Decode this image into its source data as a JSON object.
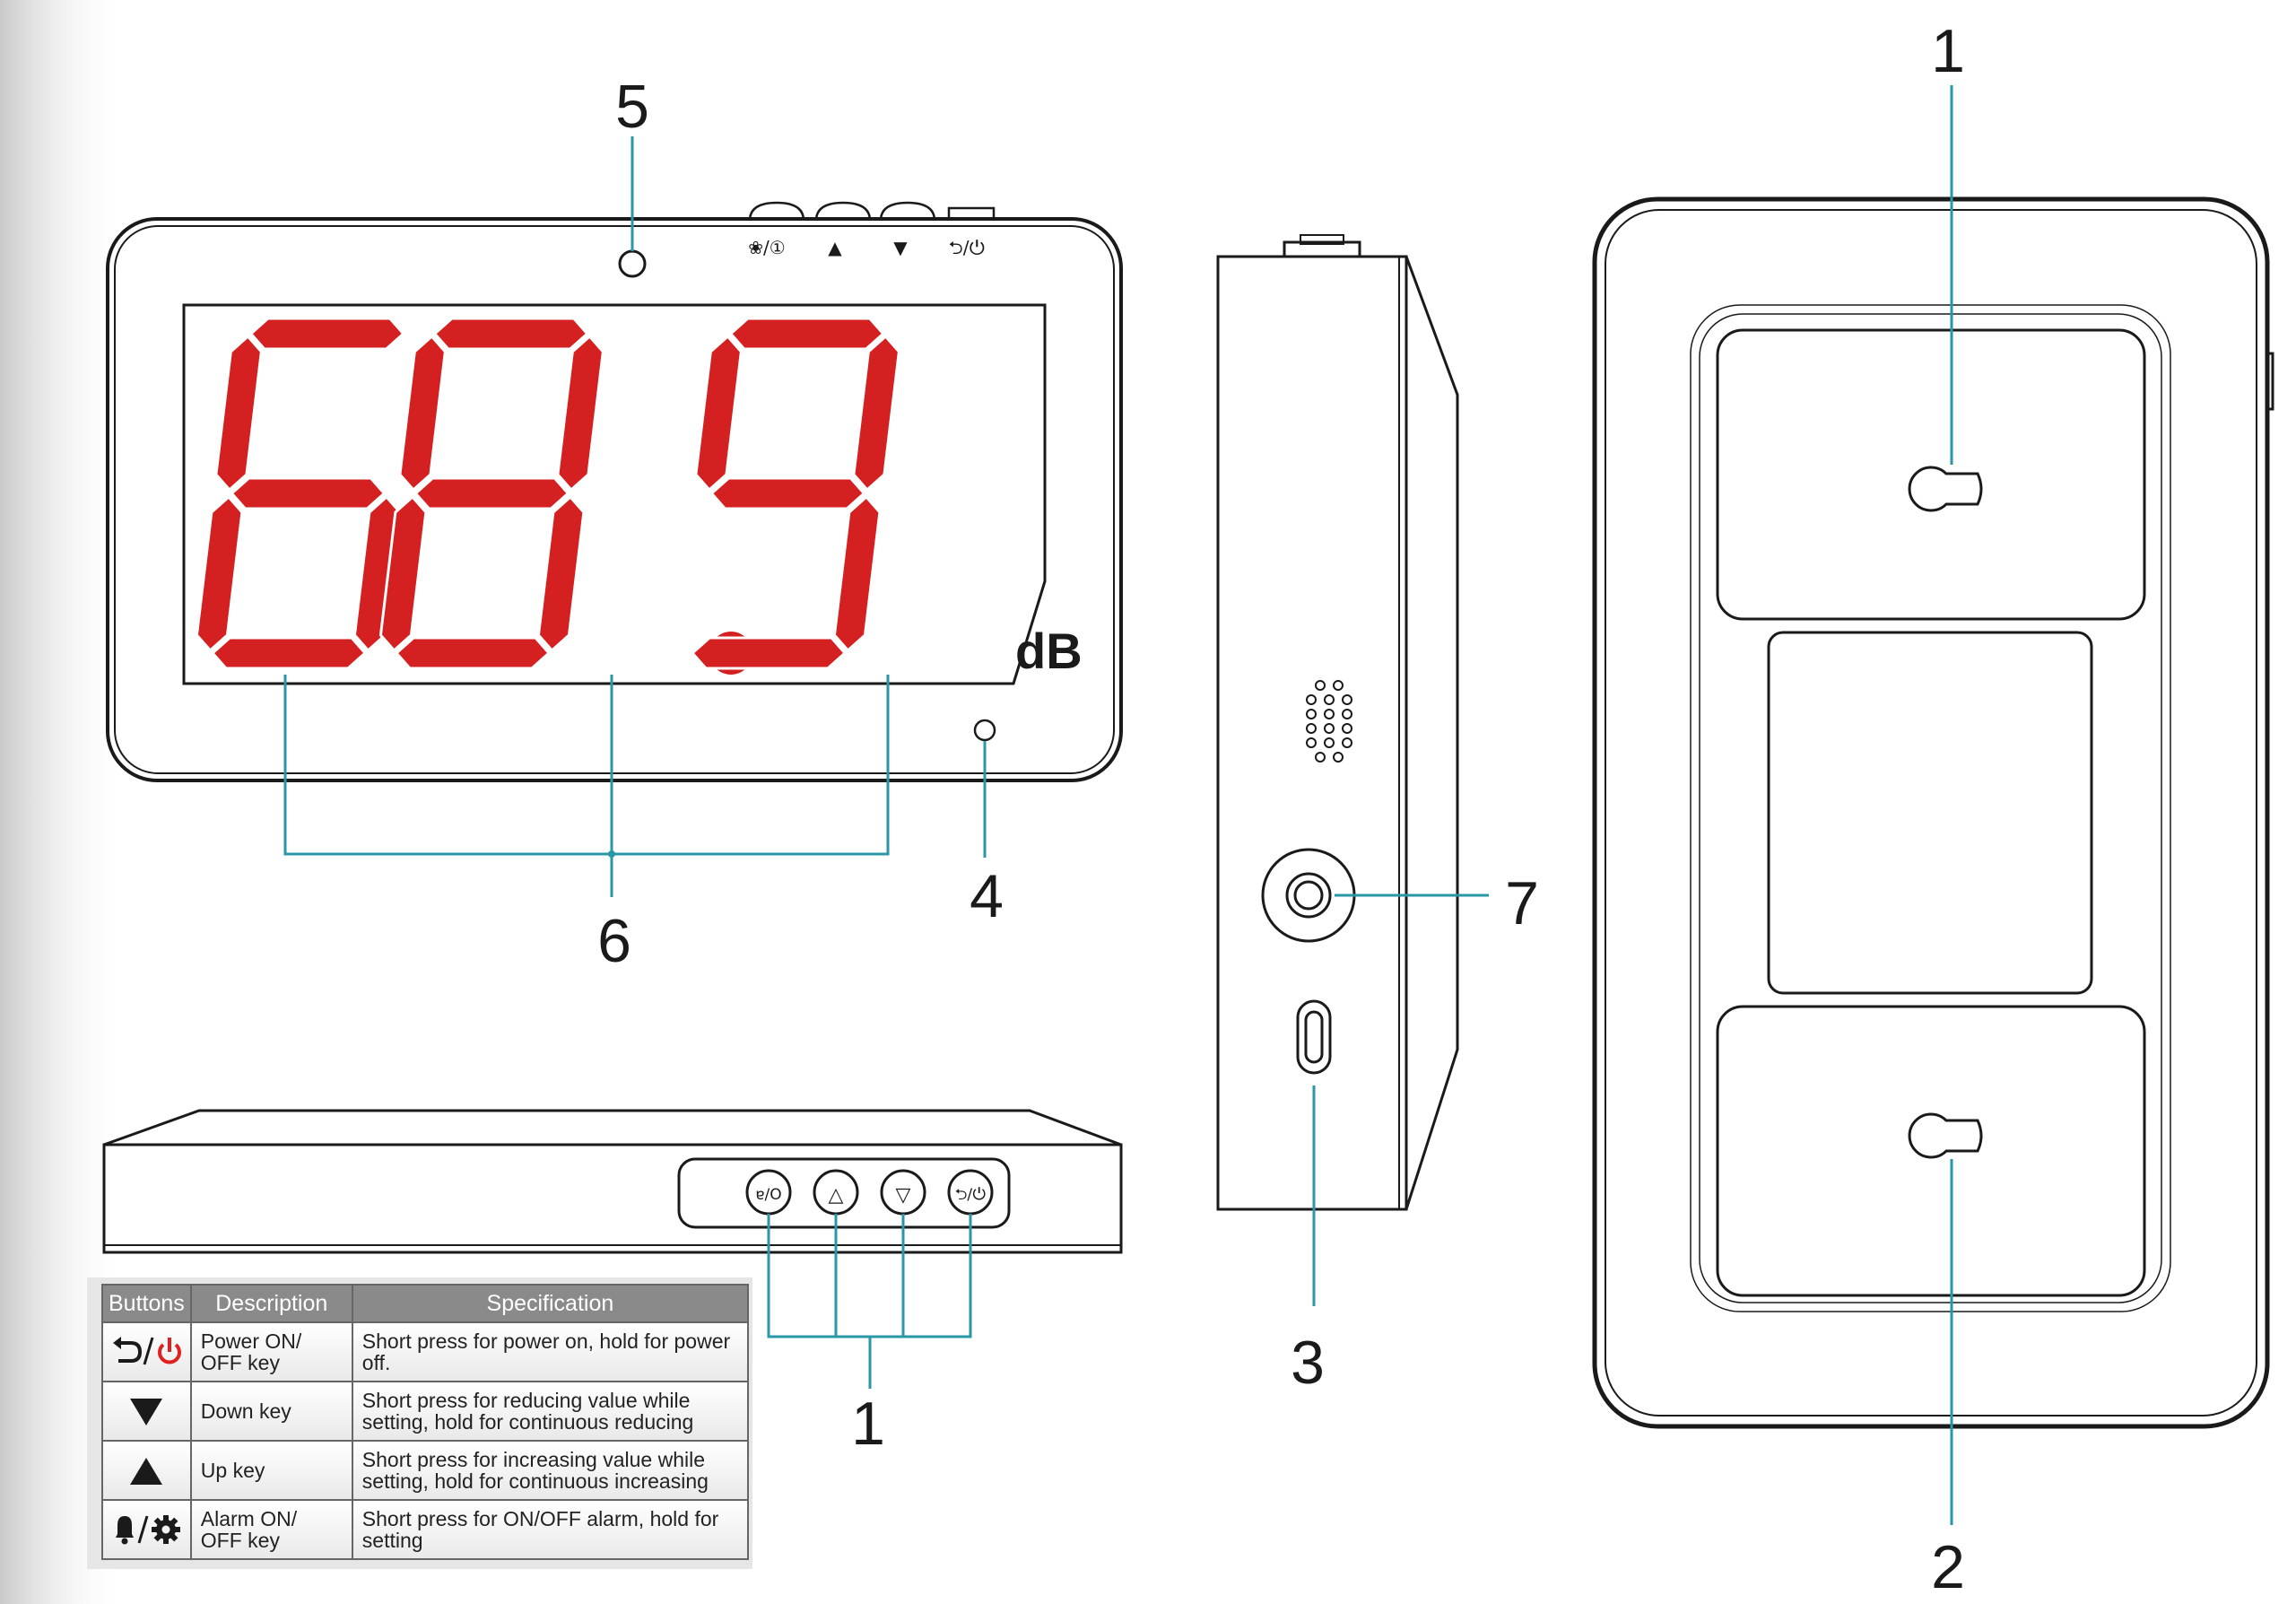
{
  "display": {
    "reading": "68.9",
    "unit": "dB",
    "segment_color": "#d42020"
  },
  "front_buttons": [
    "❀/①",
    "▲",
    "▼",
    "⮌/⏻"
  ],
  "side_buttons": [
    "ɐ/O",
    "△",
    "▽",
    "⮌/⏻"
  ],
  "callouts": [
    "1",
    "2",
    "3",
    "4",
    "5",
    "6",
    "7",
    "1"
  ],
  "table": {
    "headers": [
      "Buttons",
      "Description",
      "Specification"
    ],
    "rows": [
      {
        "icon": "power-icon",
        "description": "Power ON/ OFF key",
        "specification": "Short press for power on, hold for power off."
      },
      {
        "icon": "down-icon",
        "description": "Down key",
        "specification": "Short press for reducing value while setting, hold for continuous reducing"
      },
      {
        "icon": "up-icon",
        "description": "Up key",
        "specification": "Short press for increasing value while setting, hold for continuous increasing"
      },
      {
        "icon": "alarm-icon",
        "description": "Alarm ON/ OFF key",
        "specification": "Short press for ON/OFF alarm, hold for setting"
      }
    ]
  },
  "colors": {
    "callout_line": "#2a97a6",
    "outline": "#1a1a1a",
    "power_red": "#e02020"
  }
}
